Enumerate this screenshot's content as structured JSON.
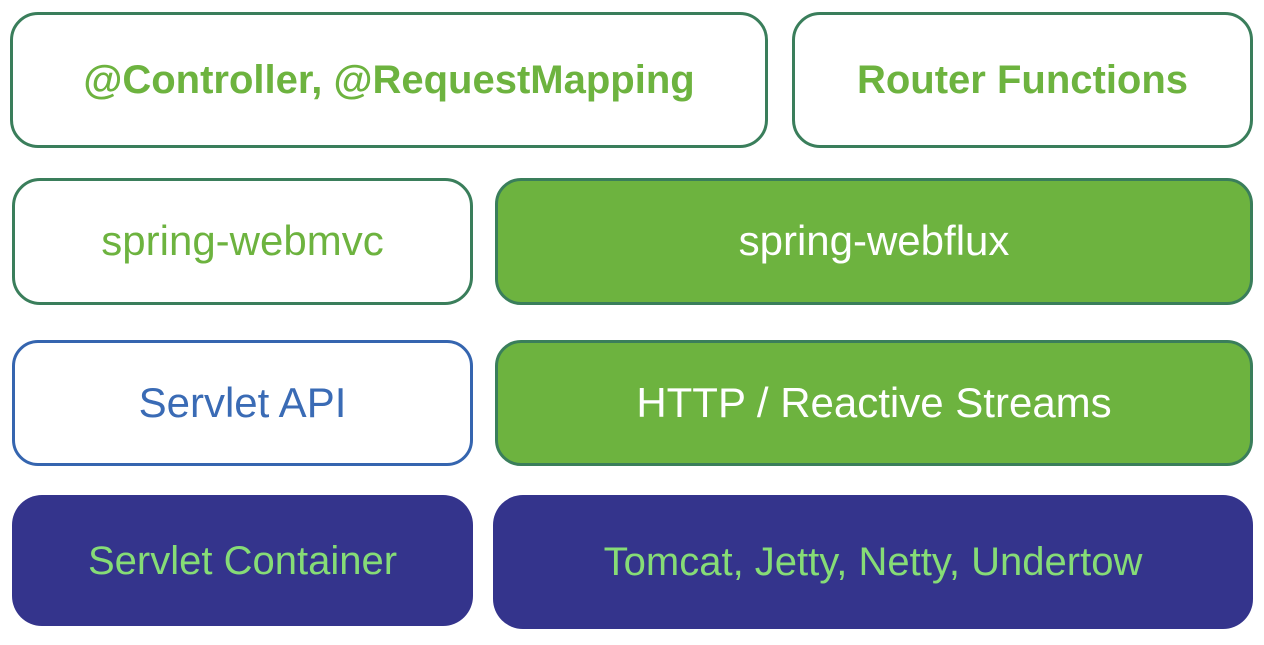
{
  "colors": {
    "spring_green": "#6DB33F",
    "dark_green_border": "#3A7E5B",
    "blue": "#3565AF",
    "navy": "#34348C",
    "light_green_text": "#86DC76",
    "white": "#FFFFFF"
  },
  "rows": [
    {
      "left": {
        "label": "@Controller, @RequestMapping"
      },
      "right": {
        "label": "Router Functions"
      }
    },
    {
      "left": {
        "label": "spring-webmvc"
      },
      "right": {
        "label": "spring-webflux"
      }
    },
    {
      "left": {
        "label": "Servlet API"
      },
      "right": {
        "label": "HTTP / Reactive Streams"
      }
    },
    {
      "left": {
        "label": "Servlet Container"
      },
      "right": {
        "label": "Tomcat, Jetty, Netty, Undertow"
      }
    }
  ]
}
